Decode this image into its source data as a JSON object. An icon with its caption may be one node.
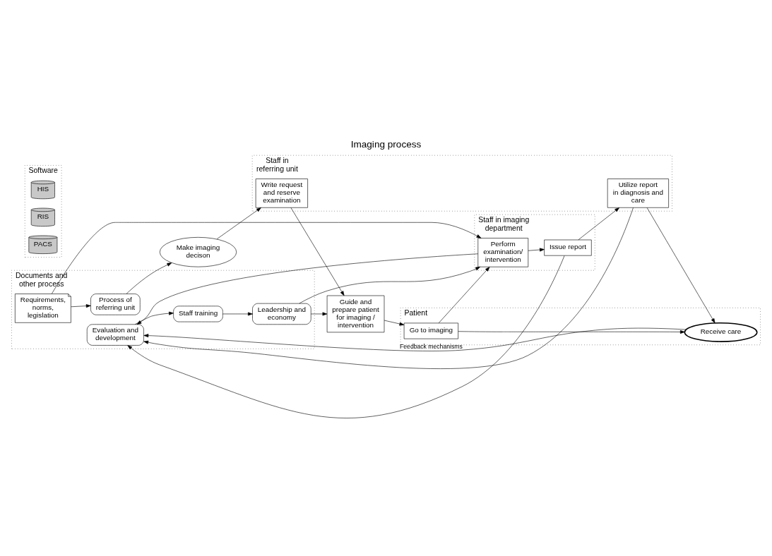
{
  "diagram": {
    "title": "Imaging process",
    "nodes": [
      {
        "text": [
          "Patient"
        ]
      },
      {
        "text": [
          "Go to imaging"
        ],
        "in": 0
      },
      {
        "text": [
          "Receive care"
        ],
        "in": 0
      },
      {
        "text": [
          "Staff in referring unit"
        ]
      },
      {
        "text": [
          "Write request and reserve examination"
        ],
        "in": 3
      },
      {
        "text": [
          "Utilize report in diagnosis and care"
        ],
        "in": 3
      },
      {
        "text": [
          "Make imaging decison"
        ]
      },
      {
        "text": [
          "Guide and prepare patient for imaging / intervention"
        ]
      },
      {
        "text": [
          "Staff in imaging department"
        ]
      },
      {
        "text": [
          "Perform examination/ intervention"
        ],
        "in": 8
      },
      {
        "text": [
          "Issue report"
        ],
        "in": 8
      },
      {
        "text": [
          "Software"
        ]
      },
      {
        "text": [
          "HIS"
        ],
        "in": 11
      },
      {
        "text": [
          "RIS"
        ],
        "in": 11
      },
      {
        "text": [
          "PACS"
        ],
        "in": 11
      },
      {
        "text": [
          "Documents and other process"
        ]
      },
      {
        "text": [
          "Process of referring unit"
        ],
        "in": 15
      },
      {
        "text": [
          "Leadership and economy"
        ],
        "in": 15
      },
      {
        "text": [
          "Staff training"
        ],
        "in": 15
      },
      {
        "text": [
          "Evaluation and development"
        ],
        "in": 15
      },
      {
        "text": [
          "Requirements, norms, legislation"
        ],
        "in": 15
      }
    ],
    "edges": [
      {
        "from": 6,
        "to": 4,
        "arrow": "to"
      },
      {
        "from": 4,
        "to": 7,
        "arrow": "to"
      },
      {
        "from": 7,
        "to": 1,
        "arrow": "to"
      },
      {
        "from": 1,
        "to": 2,
        "arrow": "to"
      },
      {
        "from": 1,
        "to": 9,
        "arrow": "to"
      },
      {
        "from": 9,
        "to": 10,
        "arrow": "to"
      },
      {
        "from": 10,
        "to": 5,
        "arrow": "to"
      },
      {
        "from": 5,
        "to": 2,
        "arrow": "to"
      },
      {
        "from": 16,
        "to": 6,
        "arrow": "to"
      },
      {
        "from": 20,
        "to": 16,
        "arrow": "to"
      },
      {
        "from": 20,
        "to": 9,
        "arrow": "to"
      },
      {
        "from": 17,
        "to": 7,
        "arrow": "to"
      },
      {
        "from": 17,
        "to": 9,
        "arrow": "to"
      },
      {
        "from": 18,
        "to": 17,
        "arrow": "to"
      },
      {
        "from": 19,
        "to": 18,
        "arrow": "to"
      },
      {
        "from": 2,
        "to": 19,
        "arrow": "to",
        "label": "Feedback mechanisms"
      },
      {
        "from": 5,
        "to": 19,
        "arrow": "to"
      },
      {
        "from": 10,
        "to": 19,
        "arrow": "to"
      },
      {
        "from": 9,
        "to": 19,
        "arrow": "to"
      }
    ]
  }
}
